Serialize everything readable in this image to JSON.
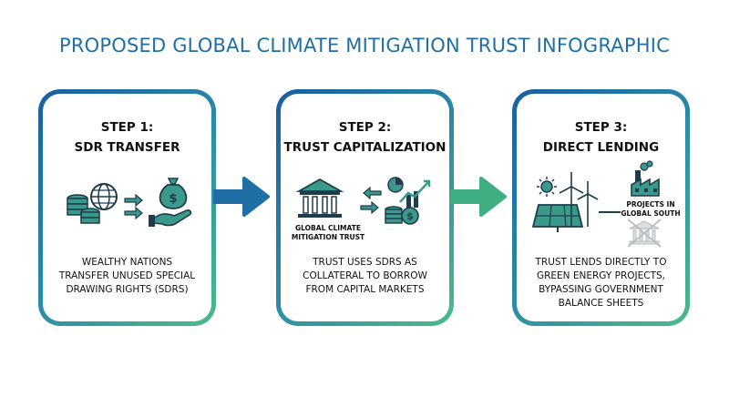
{
  "title": "PROPOSED GLOBAL CLIMATE MITIGATION TRUST INFOGRAPHIC",
  "steps": [
    {
      "heading_line1": "STEP 1:",
      "heading_line2": "SDR TRANSFER",
      "desc_lines": [
        "WEALTHY NATIONS",
        "TRANSFER UNUSED SPECIAL",
        "DRAWING RIGHTS (SDRs)"
      ],
      "icons": [
        "coin-stack-icon",
        "globe-icon",
        "transfer-arrows-icon",
        "money-bag-hand-icon"
      ]
    },
    {
      "heading_line1": "STEP 2:",
      "heading_line2": "TRUST CAPITALIZATION",
      "institution_label_line1": "GLOBAL CLIMATE",
      "institution_label_line2": "MITIGATION TRUST",
      "desc_lines": [
        "TRUST USES SDRs AS",
        "COLLATERAL TO BORROW",
        "FROM CAPITAL MARKETS"
      ],
      "icons": [
        "bank-building-icon",
        "exchange-arrows-icon",
        "growth-chart-icon",
        "dollar-coins-icon"
      ]
    },
    {
      "heading_line1": "STEP 3:",
      "heading_line2": "DIRECT LENDING",
      "projects_label_line1": "PROJECTS IN",
      "projects_label_line2": "GLOBAL SOUTH",
      "desc_lines": [
        "TRUST LENDS DIRECTLY TO",
        "GREEN ENERGY PROJECTS,",
        "BYPASSING GOVERNMENT",
        "BALANCE SHEETS"
      ],
      "icons": [
        "sun-icon",
        "solar-panel-icon",
        "wind-turbine-icon",
        "factory-icon",
        "crossed-out-government-icon"
      ]
    }
  ],
  "colors": {
    "title": "#1f6fa6",
    "border_start": "#1a5f9e",
    "border_end": "#4cbb8a",
    "arrow1": "#1f6fa6",
    "arrow2": "#3fae80",
    "icon_dark": "#1f3b4d",
    "icon_green": "#3a9a8a"
  }
}
